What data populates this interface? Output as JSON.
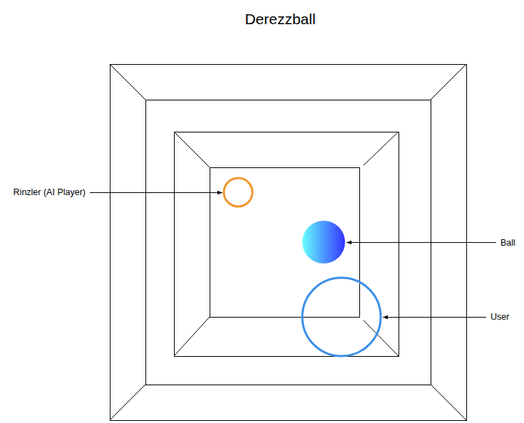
{
  "diagram": {
    "title": "Derezzball",
    "labels": [
      "Rinzler (AI Player)",
      "Ball",
      "User"
    ]
  }
}
